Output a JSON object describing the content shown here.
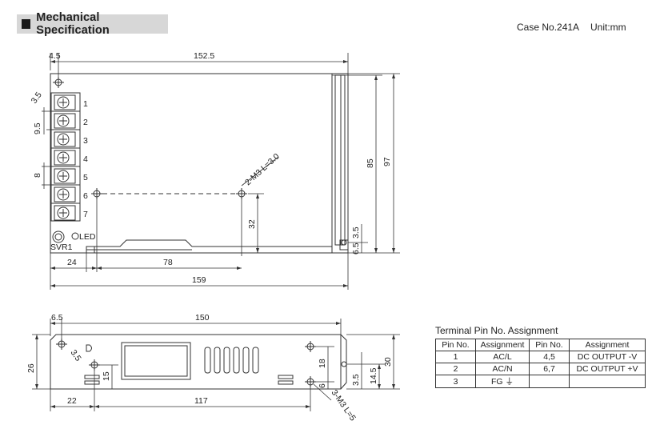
{
  "header": {
    "title": "Mechanical Specification",
    "case_no": "Case No.241A",
    "unit": "Unit:mm"
  },
  "top_view": {
    "dims": {
      "d4_5": "4.5",
      "d152_5": "152.5",
      "d97": "97",
      "d85": "85",
      "d3_5_hole": "3.5",
      "d9_5": "9.5",
      "d8": "8",
      "d32": "32",
      "d24": "24",
      "d78": "78",
      "d159": "159",
      "d3_5_side": "3.5",
      "d6_5_side": "6.5"
    },
    "hole_note": "2-M3 L=3.0",
    "terminal_numbers": [
      "1",
      "2",
      "3",
      "4",
      "5",
      "6",
      "7"
    ],
    "led_label": "LED",
    "svr_label": "SVR1"
  },
  "side_view": {
    "dims": {
      "d6_5": "6.5",
      "d150": "150",
      "d26": "26",
      "d3_5_hole": "3.5",
      "d15": "15",
      "d18": "18",
      "d6": "6",
      "d3_5_right": "3.5",
      "d14_5": "14.5",
      "d30": "30",
      "d22": "22",
      "d117": "117"
    },
    "hole_note": "3-M3 L=5"
  },
  "pin_table": {
    "title": "Terminal Pin No.  Assignment",
    "headers": [
      "Pin No.",
      "Assignment",
      "Pin No.",
      "Assignment"
    ],
    "rows": [
      [
        "1",
        "AC/L",
        "4,5",
        "DC OUTPUT -V"
      ],
      [
        "2",
        "AC/N",
        "6,7",
        "DC OUTPUT +V"
      ],
      [
        "3",
        "FG ⏚",
        "",
        ""
      ]
    ]
  }
}
